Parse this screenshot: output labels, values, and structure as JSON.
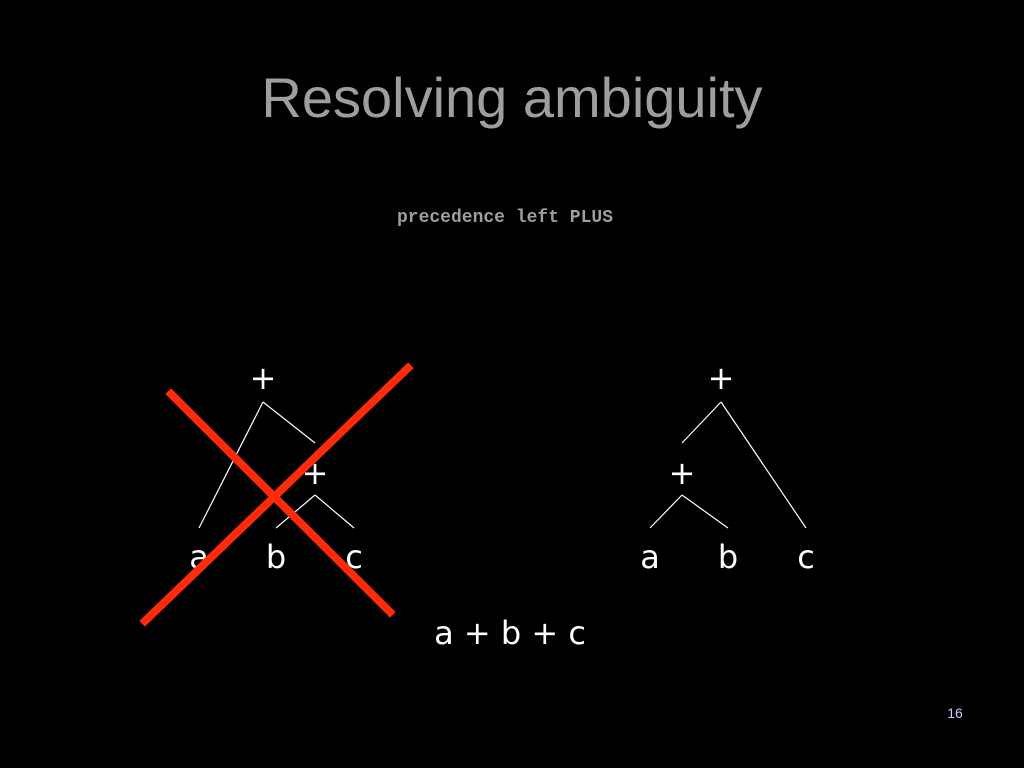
{
  "slide": {
    "title": "Resolving ambiguity",
    "code": "precedence left PLUS",
    "expression": "a + b + c",
    "page_number": "16"
  },
  "colors": {
    "background": "#000000",
    "title": "#9e9e9e",
    "text": "#ffffff",
    "cross": "#ff2a0a",
    "page_number": "#c8c8ff"
  },
  "left_tree": {
    "state": "rejected (crossed out)",
    "nodes": [
      {
        "id": "l_root",
        "label": "+"
      },
      {
        "id": "l_inner",
        "label": "+"
      },
      {
        "id": "l_a",
        "label": "a"
      },
      {
        "id": "l_b",
        "label": "b"
      },
      {
        "id": "l_c",
        "label": "c"
      }
    ],
    "edges": [
      [
        "l_root",
        "l_a"
      ],
      [
        "l_root",
        "l_inner"
      ],
      [
        "l_inner",
        "l_b"
      ],
      [
        "l_inner",
        "l_c"
      ]
    ]
  },
  "right_tree": {
    "state": "accepted",
    "nodes": [
      {
        "id": "r_root",
        "label": "+"
      },
      {
        "id": "r_inner",
        "label": "+"
      },
      {
        "id": "r_a",
        "label": "a"
      },
      {
        "id": "r_b",
        "label": "b"
      },
      {
        "id": "r_c",
        "label": "c"
      }
    ],
    "edges": [
      [
        "r_root",
        "r_inner"
      ],
      [
        "r_root",
        "r_c"
      ],
      [
        "r_inner",
        "r_a"
      ],
      [
        "r_inner",
        "r_b"
      ]
    ]
  }
}
